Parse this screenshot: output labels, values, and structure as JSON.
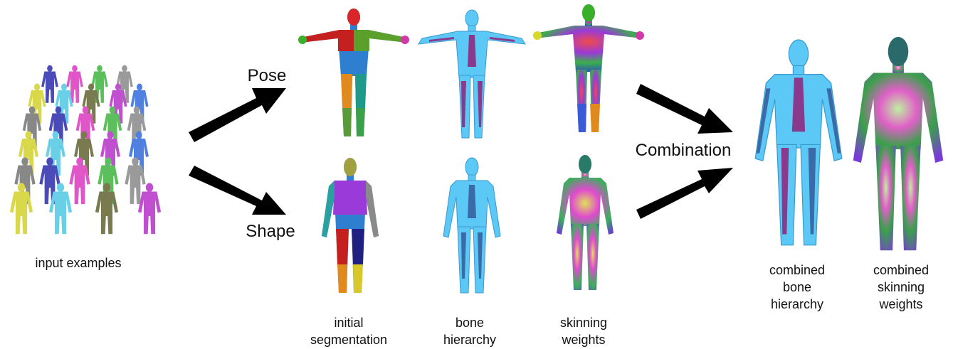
{
  "labels": {
    "input_examples": "input examples",
    "pose": "Pose",
    "shape": "Shape",
    "combination": "Combination",
    "initial_segmentation": "initial\nsegmentation",
    "bone_hierarchy": "bone\nhierarchy",
    "skinning_weights": "skinning\nweights",
    "combined_bone_hierarchy": "combined\nbone\nhierarchy",
    "combined_skinning_weights": "combined\nskinning\nweights"
  },
  "colors": {
    "mesh_cyan": "#5cc8f5",
    "bone_purple": "#8a3a8c",
    "arrow": "#000000",
    "segment_red": "#d8262a",
    "segment_blue": "#2f7fd0",
    "segment_orange": "#e08a1e",
    "segment_green": "#3aa04a",
    "segment_purple": "#9a3ad8"
  },
  "input_example_colors": [
    "#4a4ab8",
    "#e055c8",
    "#5bbf5b",
    "#9a9a9a",
    "#d8d84a",
    "#6ad0e8",
    "#7a7a50",
    "#c050d0",
    "#5080e0",
    "#888888"
  ]
}
